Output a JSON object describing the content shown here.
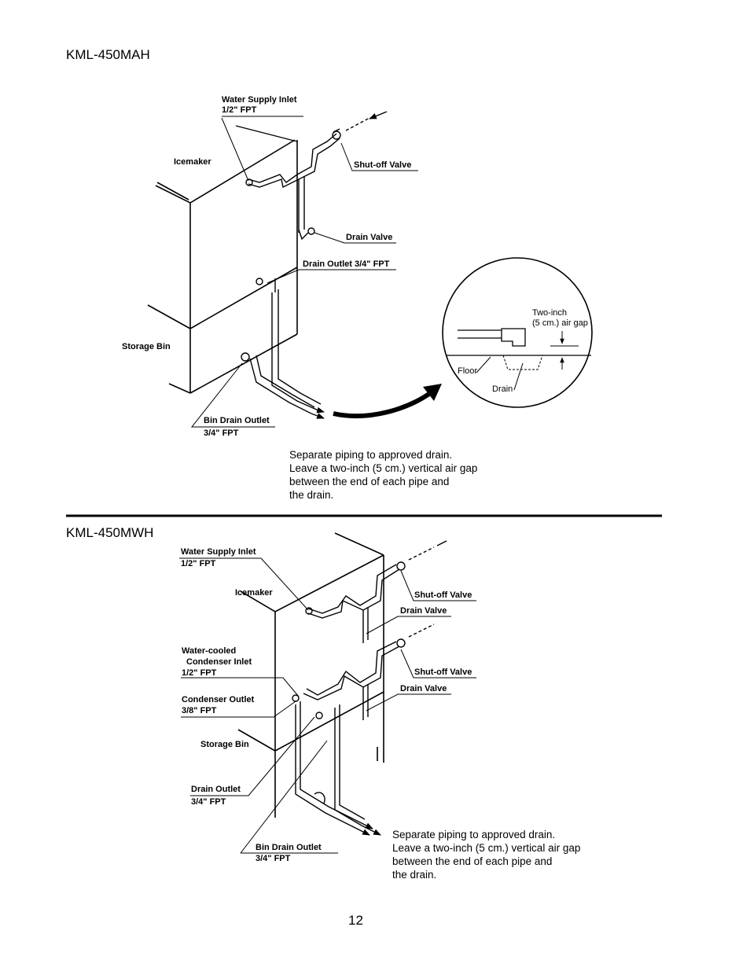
{
  "page_number": "12",
  "top": {
    "model": "KML-450MAH",
    "labels": {
      "water_supply_line1": "Water Supply Inlet",
      "water_supply_line2": "1/2\" FPT",
      "icemaker": "Icemaker",
      "shutoff_valve": "Shut-off Valve",
      "drain_valve": "Drain Valve",
      "drain_outlet": "Drain Outlet 3/4\" FPT",
      "storage_bin": "Storage Bin",
      "bin_drain_line1": "Bin Drain Outlet",
      "bin_drain_line2": "3/4\" FPT"
    },
    "detail": {
      "airgap_line1": "Two-inch",
      "airgap_line2": "(5 cm.) air gap",
      "floor": "Floor",
      "drain": "Drain"
    },
    "note": [
      "Separate piping to approved drain.",
      "Leave a two-inch (5 cm.) vertical air gap",
      "between the end of each pipe and",
      "the drain."
    ]
  },
  "bottom": {
    "model": "KML-450MWH",
    "labels": {
      "water_supply_line1": "Water Supply Inlet",
      "water_supply_line2": "1/2\" FPT",
      "icemaker": "Icemaker",
      "shutoff_valve_1": "Shut-off Valve",
      "drain_valve_1": "Drain Valve",
      "condenser_inlet_line1": "Water-cooled",
      "condenser_inlet_line2": "Condenser Inlet",
      "condenser_inlet_line3": "1/2\" FPT",
      "shutoff_valve_2": "Shut-off Valve",
      "drain_valve_2": "Drain Valve",
      "condenser_outlet_line1": "Condenser Outlet",
      "condenser_outlet_line2": "3/8\" FPT",
      "storage_bin": "Storage Bin",
      "drain_outlet_line1": "Drain Outlet",
      "drain_outlet_line2": "3/4\" FPT",
      "bin_drain_line1": "Bin Drain Outlet",
      "bin_drain_line2": "3/4\" FPT"
    },
    "note": [
      "Separate piping to approved drain.",
      "Leave a two-inch (5 cm.) vertical air gap",
      "between the end of each pipe and",
      "the drain."
    ]
  }
}
